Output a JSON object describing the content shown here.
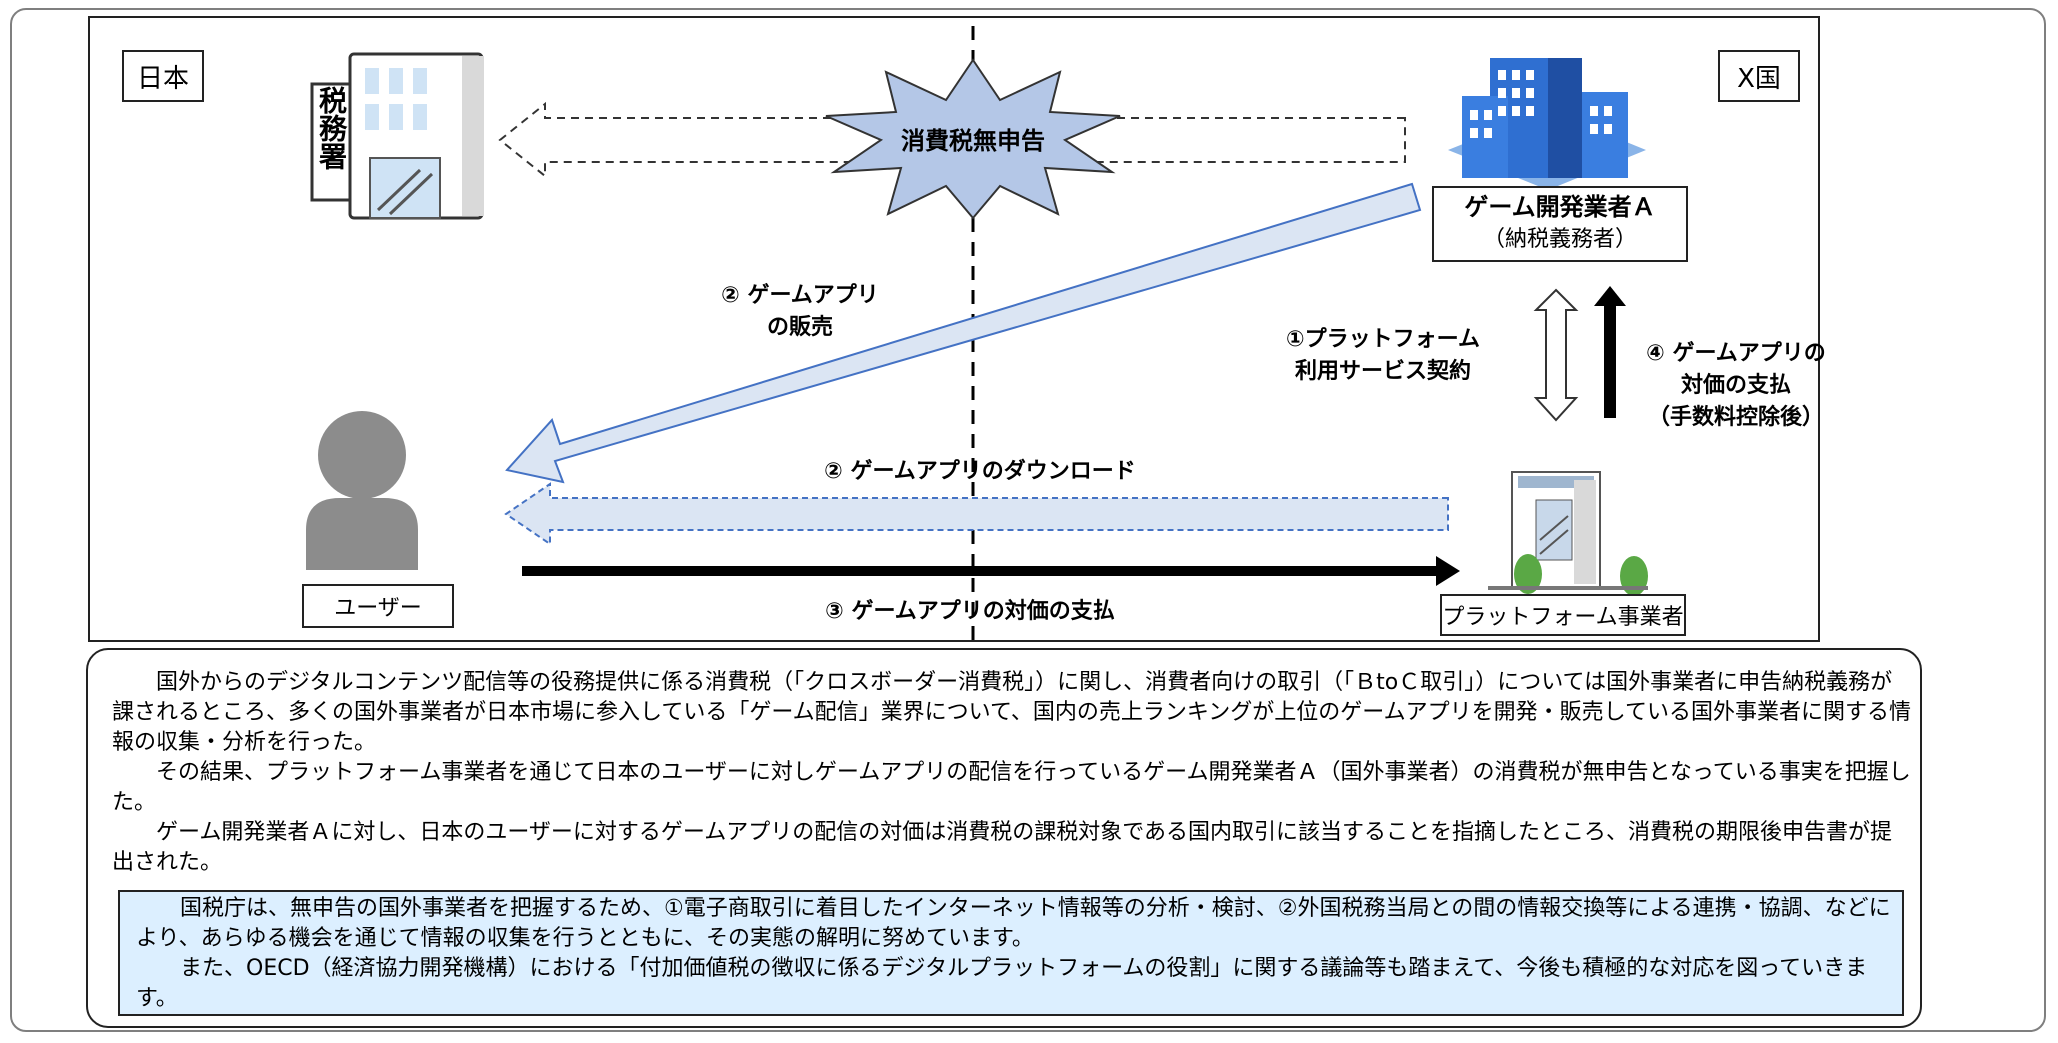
{
  "labels": {
    "japan": "日本",
    "country_x": "X国",
    "tax_office": "税務署",
    "no_filing": "消費税無申告",
    "developer_name": "ゲーム開発業者Ａ",
    "developer_sub": "（納税義務者）",
    "sale_line1": "② ゲームアプリ",
    "sale_line2": "の販売",
    "contract_line1": "①プラットフォーム",
    "contract_line2": "利用サービス契約",
    "payout_line1": "④ ゲームアプリの",
    "payout_line2": "対価の支払",
    "payout_line3": "（手数料控除後）",
    "download": "② ゲームアプリのダウンロード",
    "payment": "③ ゲームアプリの対価の支払",
    "user": "ユーザー",
    "platform": "プラットフォーム事業者"
  },
  "body": {
    "p1": "国外からのデジタルコンテンツ配信等の役務提供に係る消費税（「クロスボーダー消費税」）に関し、消費者向けの取引（「ＢtoＣ取引」）については国外事業者に申告納税義務が課されるところ、多くの国外事業者が日本市場に参入している「ゲーム配信」業界について、国内の売上ランキングが上位のゲームアプリを開発・販売している国外事業者に関する情報の収集・分析を行った。",
    "p2": "その結果、プラットフォーム事業者を通じて日本のユーザーに対しゲームアプリの配信を行っているゲーム開発業者Ａ（国外事業者）の消費税が無申告となっている事実を把握した。",
    "p3": "ゲーム開発業者Ａに対し、日本のユーザーに対するゲームアプリの配信の対価は消費税の課税対象である国内取引に該当することを指摘したところ、消費税の期限後申告書が提出された。"
  },
  "note": {
    "p1": "国税庁は、無申告の国外事業者を把握するため、①電子商取引に着目したインターネット情報等の分析・検討、②外国税務当局との間の情報交換等による連携・協調、などにより、あらゆる機会を通じて情報の収集を行うとともに、その実態の解明に努めています。",
    "p2": "また、OECD（経済協力開発機構）における「付加価値税の徴収に係るデジタルプラットフォームの役割」に関する議論等も踏まえて、今後も積極的な対応を図っていきます。"
  },
  "colors": {
    "note_bg": "#dcefff",
    "arrow_fill": "#dbe5f3",
    "arrow_stroke": "#4472c4",
    "starburst": "#b4c7e7",
    "building_blue": "#2f6fd1",
    "person_gray": "#8c8c8c"
  },
  "icons": [
    "tax-office-building-icon",
    "office-building-icon",
    "user-silhouette-icon",
    "platform-building-icon"
  ]
}
